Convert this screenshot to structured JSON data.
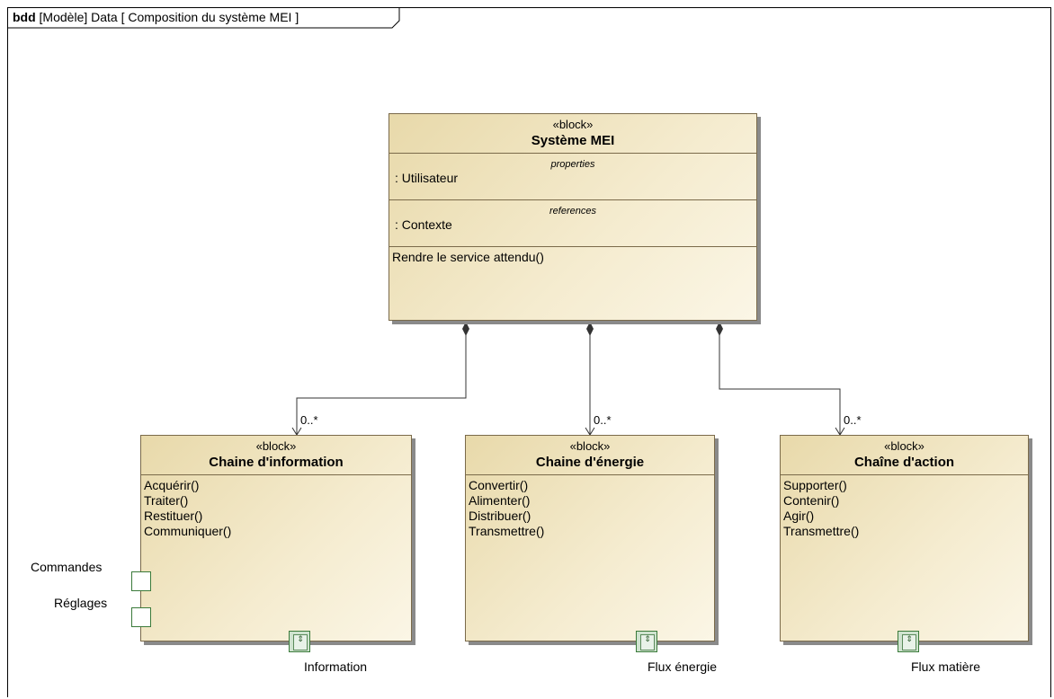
{
  "frame": {
    "kind": "bdd",
    "label": "[Modèle] Data [ Composition du système MEI ]"
  },
  "blocks": {
    "main": {
      "stereotype": "«block»",
      "name": "Système MEI",
      "properties_title": "properties",
      "properties": [
        ": Utilisateur"
      ],
      "references_title": "references",
      "references": [
        ": Contexte"
      ],
      "operations": [
        "Rendre le service attendu()"
      ]
    },
    "info": {
      "stereotype": "«block»",
      "name": "Chaine d'information",
      "operations": [
        "Acquérir()",
        "Traiter()",
        "Restituer()",
        "Communiquer()"
      ]
    },
    "energie": {
      "stereotype": "«block»",
      "name": "Chaine d'énergie",
      "operations": [
        "Convertir()",
        "Alimenter()",
        "Distribuer()",
        "Transmettre()"
      ]
    },
    "action": {
      "stereotype": "«block»",
      "name": "Chaîne d'action",
      "operations": [
        "Supporter()",
        "Contenir()",
        "Agir()",
        "Transmettre()"
      ]
    }
  },
  "multiplicities": {
    "info": "0..*",
    "energie": "0..*",
    "action": "0..*"
  },
  "ports": {
    "commandes": "Commandes",
    "reglages": "Réglages",
    "information": "Information",
    "flux_energie": "Flux énergie",
    "flux_matiere": "Flux matière"
  },
  "flowport_glyph": "⇕",
  "colors": {
    "block_fill_start": "#e8d9aa",
    "block_fill_end": "#fbf6e6",
    "block_border": "#7a6a4a",
    "port_border": "#3a7a3a",
    "flowport_fill": "#cfe3cf"
  }
}
